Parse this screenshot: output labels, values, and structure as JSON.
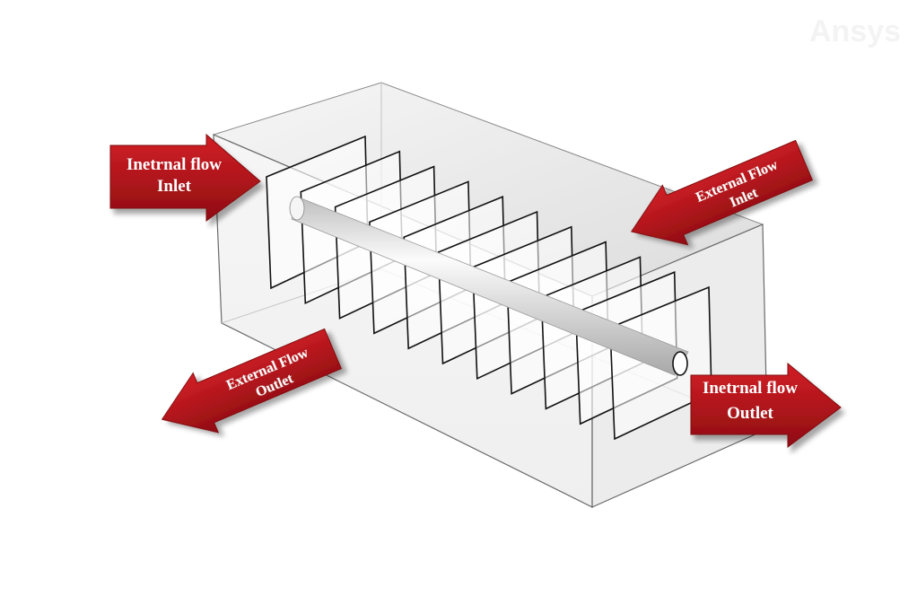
{
  "watermark": "Ansys",
  "labels": {
    "internal_inlet": [
      "Inetrnal flow",
      "Inlet"
    ],
    "internal_outlet": [
      "Inetrnal flow",
      "Outlet"
    ],
    "external_inlet": [
      "External Flow",
      "Inlet"
    ],
    "external_outlet": [
      "External Flow",
      "Outlet"
    ]
  },
  "colors": {
    "arrow_red": "#b5141b",
    "arrow_red_dark": "#7e0b10",
    "box_edge": "#6a6a6a",
    "fin_edge": "#111111",
    "tube": "#e6e6e6"
  },
  "fin_count": 11
}
